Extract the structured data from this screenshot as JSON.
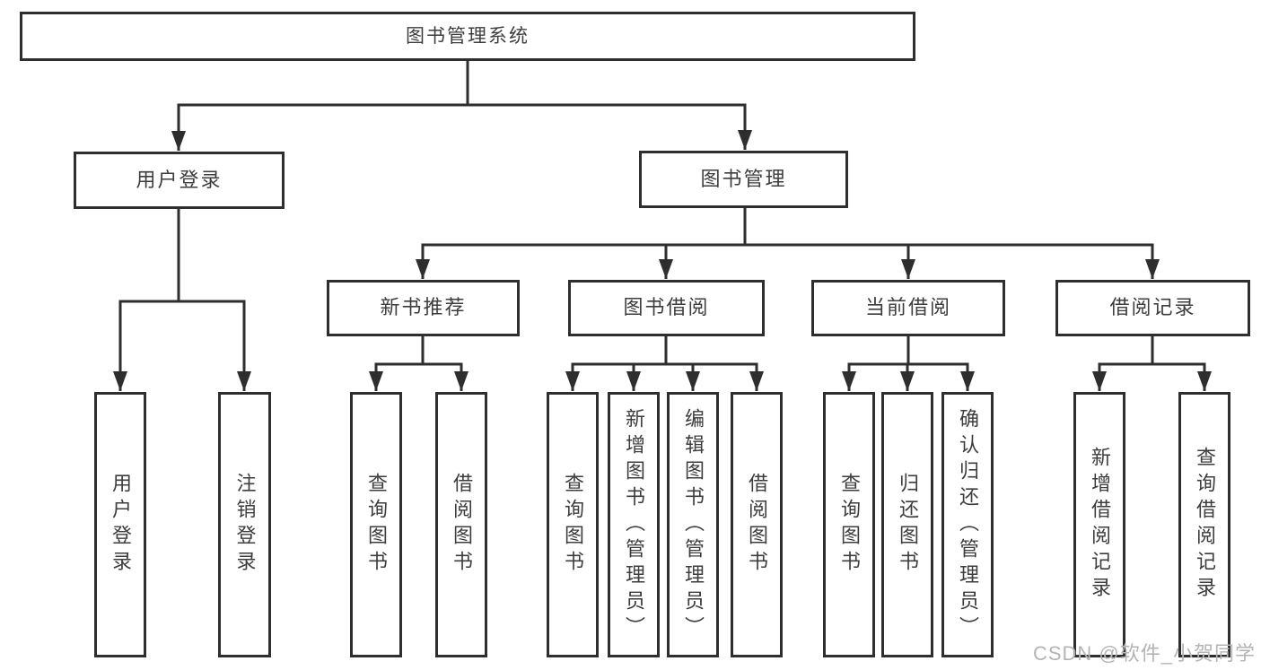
{
  "tree": {
    "label": "图书管理系统",
    "children": [
      {
        "label": "用户登录",
        "children": [
          {
            "label": "用户登录"
          },
          {
            "label": "注销登录"
          }
        ]
      },
      {
        "label": "图书管理",
        "children": [
          {
            "label": "新书推荐",
            "children": [
              {
                "label": "查询图书"
              },
              {
                "label": "借阅图书"
              }
            ]
          },
          {
            "label": "图书借阅",
            "children": [
              {
                "label": "查询图书"
              },
              {
                "label": "新增图书（管理员）"
              },
              {
                "label": "编辑图书（管理员）"
              },
              {
                "label": "借阅图书"
              }
            ]
          },
          {
            "label": "当前借阅",
            "children": [
              {
                "label": "查询图书"
              },
              {
                "label": "归还图书"
              },
              {
                "label": "确认归还（管理员）"
              }
            ]
          },
          {
            "label": "借阅记录",
            "children": [
              {
                "label": "新增借阅记录"
              },
              {
                "label": "查询借阅记录"
              }
            ]
          }
        ]
      }
    ]
  },
  "watermark": {
    "text": "CSDN @软件_小贺同学"
  },
  "colors": {
    "line": "#2e2e2e",
    "box_border": "#2e2e2e",
    "box_fill": "#ffffff",
    "text": "#3d3d3d",
    "watermark": "#b4b4b4",
    "background": "#ffffff"
  }
}
